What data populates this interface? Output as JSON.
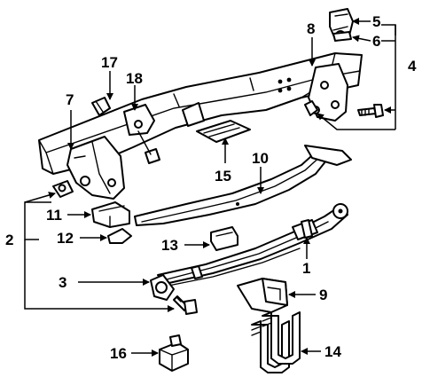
{
  "labels": {
    "n1": "1",
    "n2": "2",
    "n3": "3",
    "n4": "4",
    "n5": "5",
    "n6": "6",
    "n7": "7",
    "n8": "8",
    "n9": "9",
    "n10": "10",
    "n11": "11",
    "n12": "12",
    "n13": "13",
    "n14": "14",
    "n15": "15",
    "n16": "16",
    "n17": "17",
    "n18": "18"
  },
  "colors": {
    "line": "#000000",
    "background": "#ffffff"
  }
}
